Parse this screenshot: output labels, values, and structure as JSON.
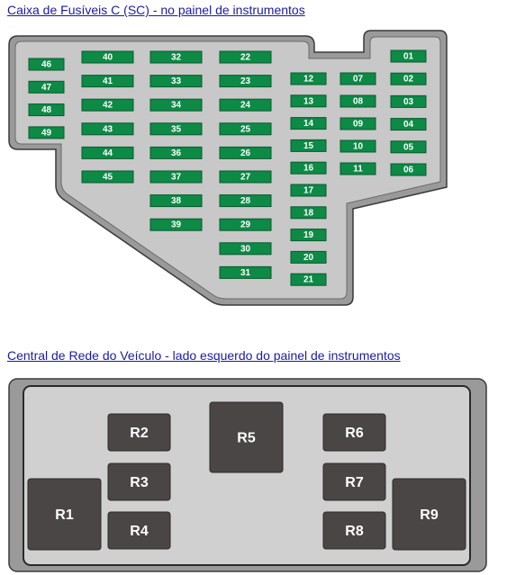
{
  "sections": {
    "fuse_box": {
      "title": "Caixa de Fusíveis C (SC) - no painel de instrumentos",
      "fuses": [
        "46",
        "47",
        "48",
        "49",
        "40",
        "41",
        "42",
        "43",
        "44",
        "45",
        "32",
        "33",
        "34",
        "35",
        "36",
        "37",
        "38",
        "39",
        "22",
        "23",
        "24",
        "25",
        "26",
        "27",
        "28",
        "29",
        "30",
        "31",
        "12",
        "13",
        "14",
        "15",
        "16",
        "17",
        "18",
        "19",
        "20",
        "21",
        "07",
        "08",
        "09",
        "10",
        "11",
        "01",
        "02",
        "03",
        "04",
        "05",
        "06"
      ]
    },
    "relay_center": {
      "title": "Central de Rede do Veículo - lado esquerdo do painel de instrumentos",
      "relays": [
        "R1",
        "R2",
        "R3",
        "R4",
        "R5",
        "R6",
        "R7",
        "R8",
        "R9"
      ]
    }
  },
  "colors": {
    "fuse_green": "#0c8a46",
    "relay_dark": "#4a4646",
    "panel_gray": "#c8c8c8",
    "link_blue": "#1a1aa6"
  }
}
